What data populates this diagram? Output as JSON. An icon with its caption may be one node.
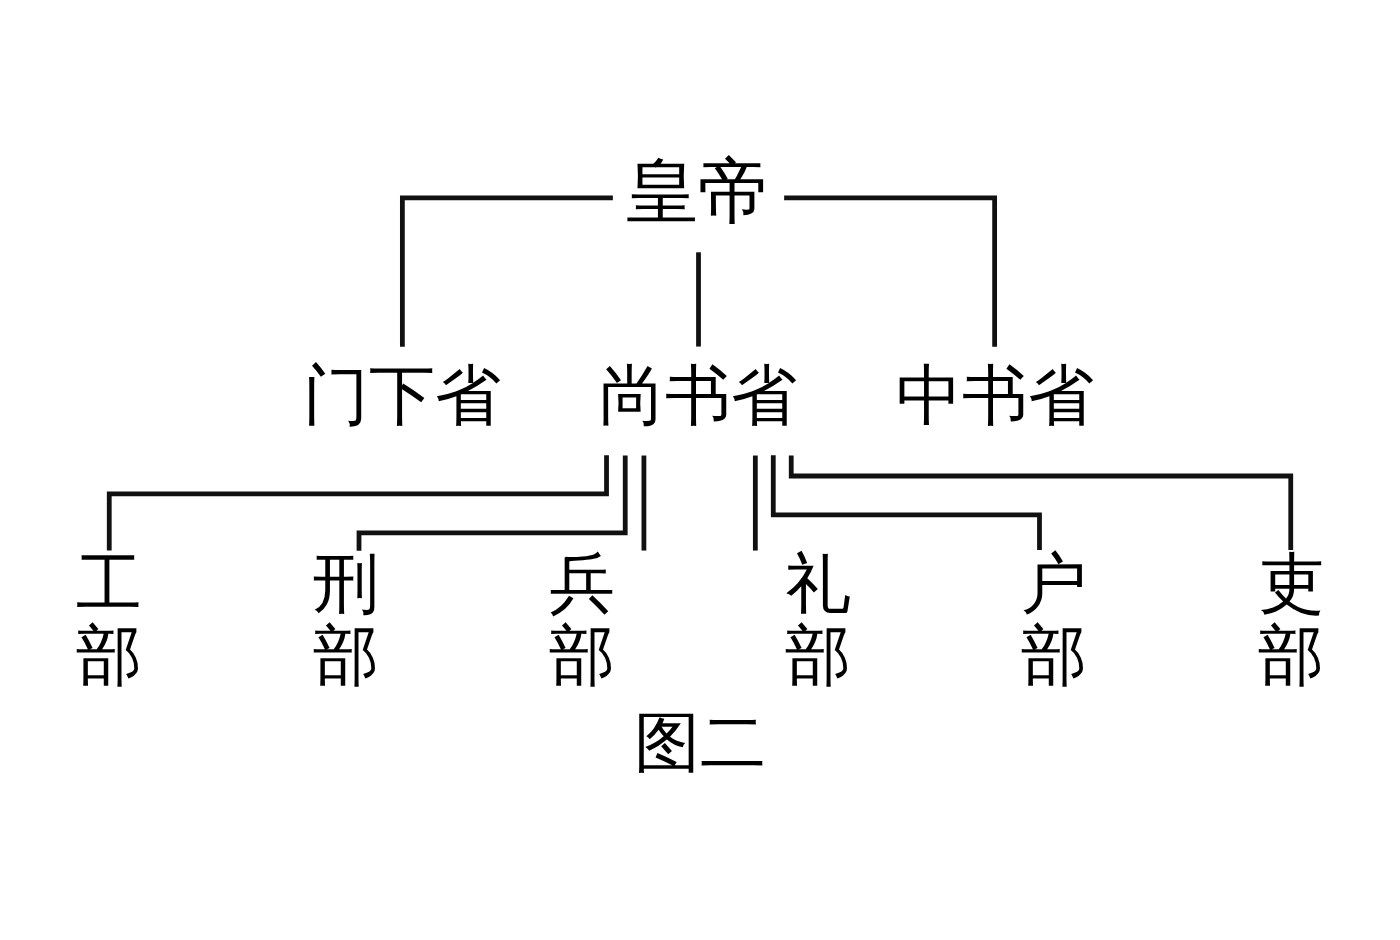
{
  "diagram": {
    "caption": "图二",
    "nodes": [
      {
        "text": [
          "皇帝"
        ]
      },
      {
        "text": [
          "门下省"
        ]
      },
      {
        "text": [
          "尚书省"
        ]
      },
      {
        "text": [
          "中书省"
        ]
      },
      {
        "text": [
          "工部"
        ]
      },
      {
        "text": [
          "刑部"
        ]
      },
      {
        "text": [
          "兵部"
        ]
      },
      {
        "text": [
          "礼部"
        ]
      },
      {
        "text": [
          "户部"
        ]
      },
      {
        "text": [
          "吏部"
        ]
      }
    ],
    "edges": [
      {
        "from": 0,
        "to": 1,
        "arrow": "none"
      },
      {
        "from": 0,
        "to": 2,
        "arrow": "none"
      },
      {
        "from": 0,
        "to": 3,
        "arrow": "none"
      },
      {
        "from": 2,
        "to": 4,
        "arrow": "none"
      },
      {
        "from": 2,
        "to": 5,
        "arrow": "none"
      },
      {
        "from": 2,
        "to": 6,
        "arrow": "none"
      },
      {
        "from": 2,
        "to": 7,
        "arrow": "none"
      },
      {
        "from": 2,
        "to": 8,
        "arrow": "none"
      },
      {
        "from": 2,
        "to": 9,
        "arrow": "none"
      }
    ]
  }
}
